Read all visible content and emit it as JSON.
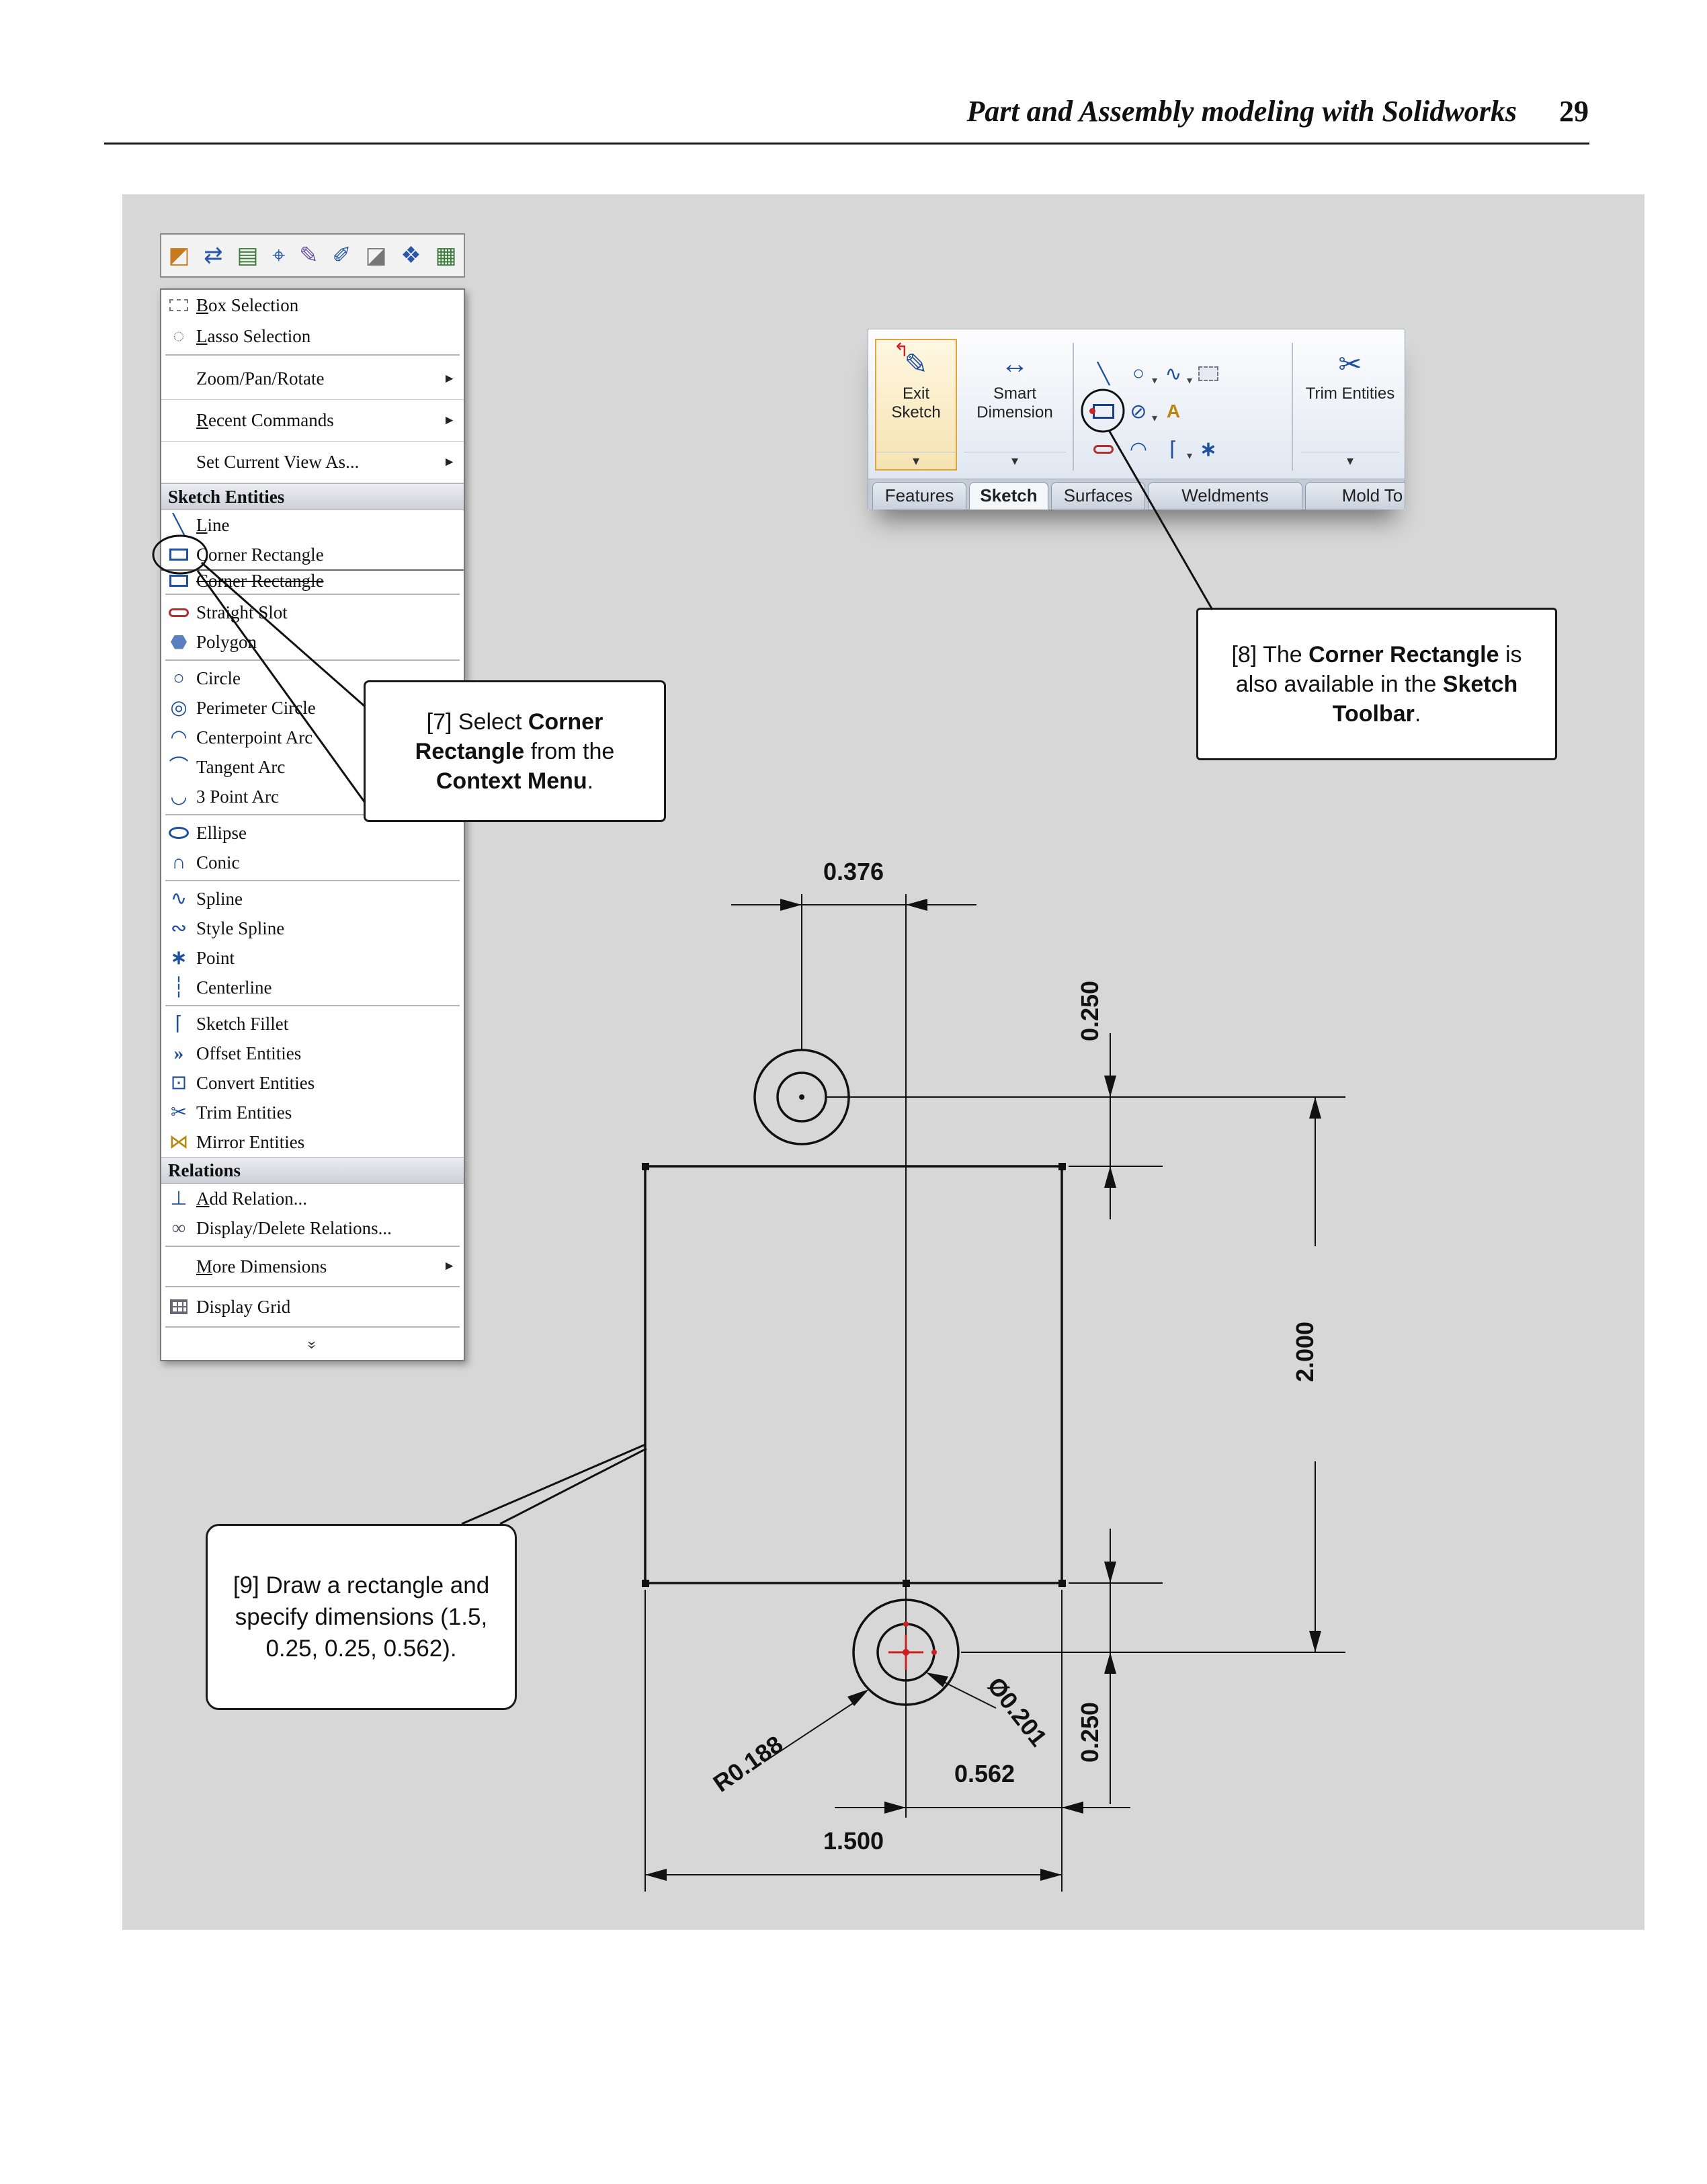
{
  "header": {
    "title": "Part and Assembly modeling with Solidworks",
    "page_number": "29"
  },
  "mini_toolbar": {
    "icons": [
      {
        "name": "box-select-icon",
        "glyph": "◩"
      },
      {
        "name": "swap-arrows-icon",
        "glyph": "⇄"
      },
      {
        "name": "image-icon",
        "glyph": "▤"
      },
      {
        "name": "zoom-icon",
        "glyph": "⌖"
      },
      {
        "name": "paint-icon",
        "glyph": "✎"
      },
      {
        "name": "pencil-icon",
        "glyph": "✐"
      },
      {
        "name": "eraser-icon",
        "glyph": "◪"
      },
      {
        "name": "marker-icon",
        "glyph": "❖"
      },
      {
        "name": "grid-icon",
        "glyph": "▦"
      }
    ]
  },
  "context_menu": {
    "items": [
      {
        "label": "Box Selection"
      },
      {
        "label": "Lasso Selection"
      },
      {
        "label": "Zoom/Pan/Rotate"
      },
      {
        "label": "Recent Commands"
      },
      {
        "label": "Set Current View As..."
      },
      {
        "label": "Sketch Entities"
      },
      {
        "label": "Line"
      },
      {
        "label": "Corner Rectangle"
      },
      {
        "label": "Corner Rectangle"
      },
      {
        "label": "Straight Slot"
      },
      {
        "label": "Polygon"
      },
      {
        "label": "Circle"
      },
      {
        "label": "Perimeter Circle"
      },
      {
        "label": "Centerpoint Arc"
      },
      {
        "label": "Tangent Arc"
      },
      {
        "label": "3 Point Arc"
      },
      {
        "label": "Ellipse"
      },
      {
        "label": "Conic"
      },
      {
        "label": "Spline"
      },
      {
        "label": "Style Spline"
      },
      {
        "label": "Point"
      },
      {
        "label": "Centerline"
      },
      {
        "label": "Sketch Fillet"
      },
      {
        "label": "Offset Entities"
      },
      {
        "label": "Convert Entities"
      },
      {
        "label": "Trim Entities"
      },
      {
        "label": "Mirror Entities"
      },
      {
        "label": "Relations"
      },
      {
        "label": "Add Relation..."
      },
      {
        "label": "Display/Delete Relations..."
      },
      {
        "label": "More Dimensions"
      },
      {
        "label": "Display Grid"
      }
    ]
  },
  "sketch_toolbar": {
    "exit_sketch": "Exit Sketch",
    "smart_dimension": "Smart Dimension",
    "trim_entities": "Trim Entities",
    "tabs": [
      "Features",
      "Sketch",
      "Surfaces",
      "Weldments",
      "Mold To"
    ]
  },
  "callouts": {
    "c7": {
      "t1": "[7] Select ",
      "b1": "Corner Rectangle",
      "t2": " from the ",
      "b2": "Context Menu",
      "t3": "."
    },
    "c8": {
      "t1": "[8] The ",
      "b1": "Corner Rectangle",
      "t2": " is also available in the ",
      "b2": "Sketch Toolbar",
      "t3": "."
    },
    "c9": {
      "text": "[9] Draw a rectangle and specify dimensions (1.5, 0.25, 0.25, 0.562)."
    }
  },
  "drawing": {
    "dims": {
      "d376": "0.376",
      "d250a": "0.250",
      "d2000": "2.000",
      "d250b": "0.250",
      "d201": "Ø0.201",
      "r188": "R0.188",
      "d562": "0.562",
      "d1500": "1.500"
    }
  }
}
